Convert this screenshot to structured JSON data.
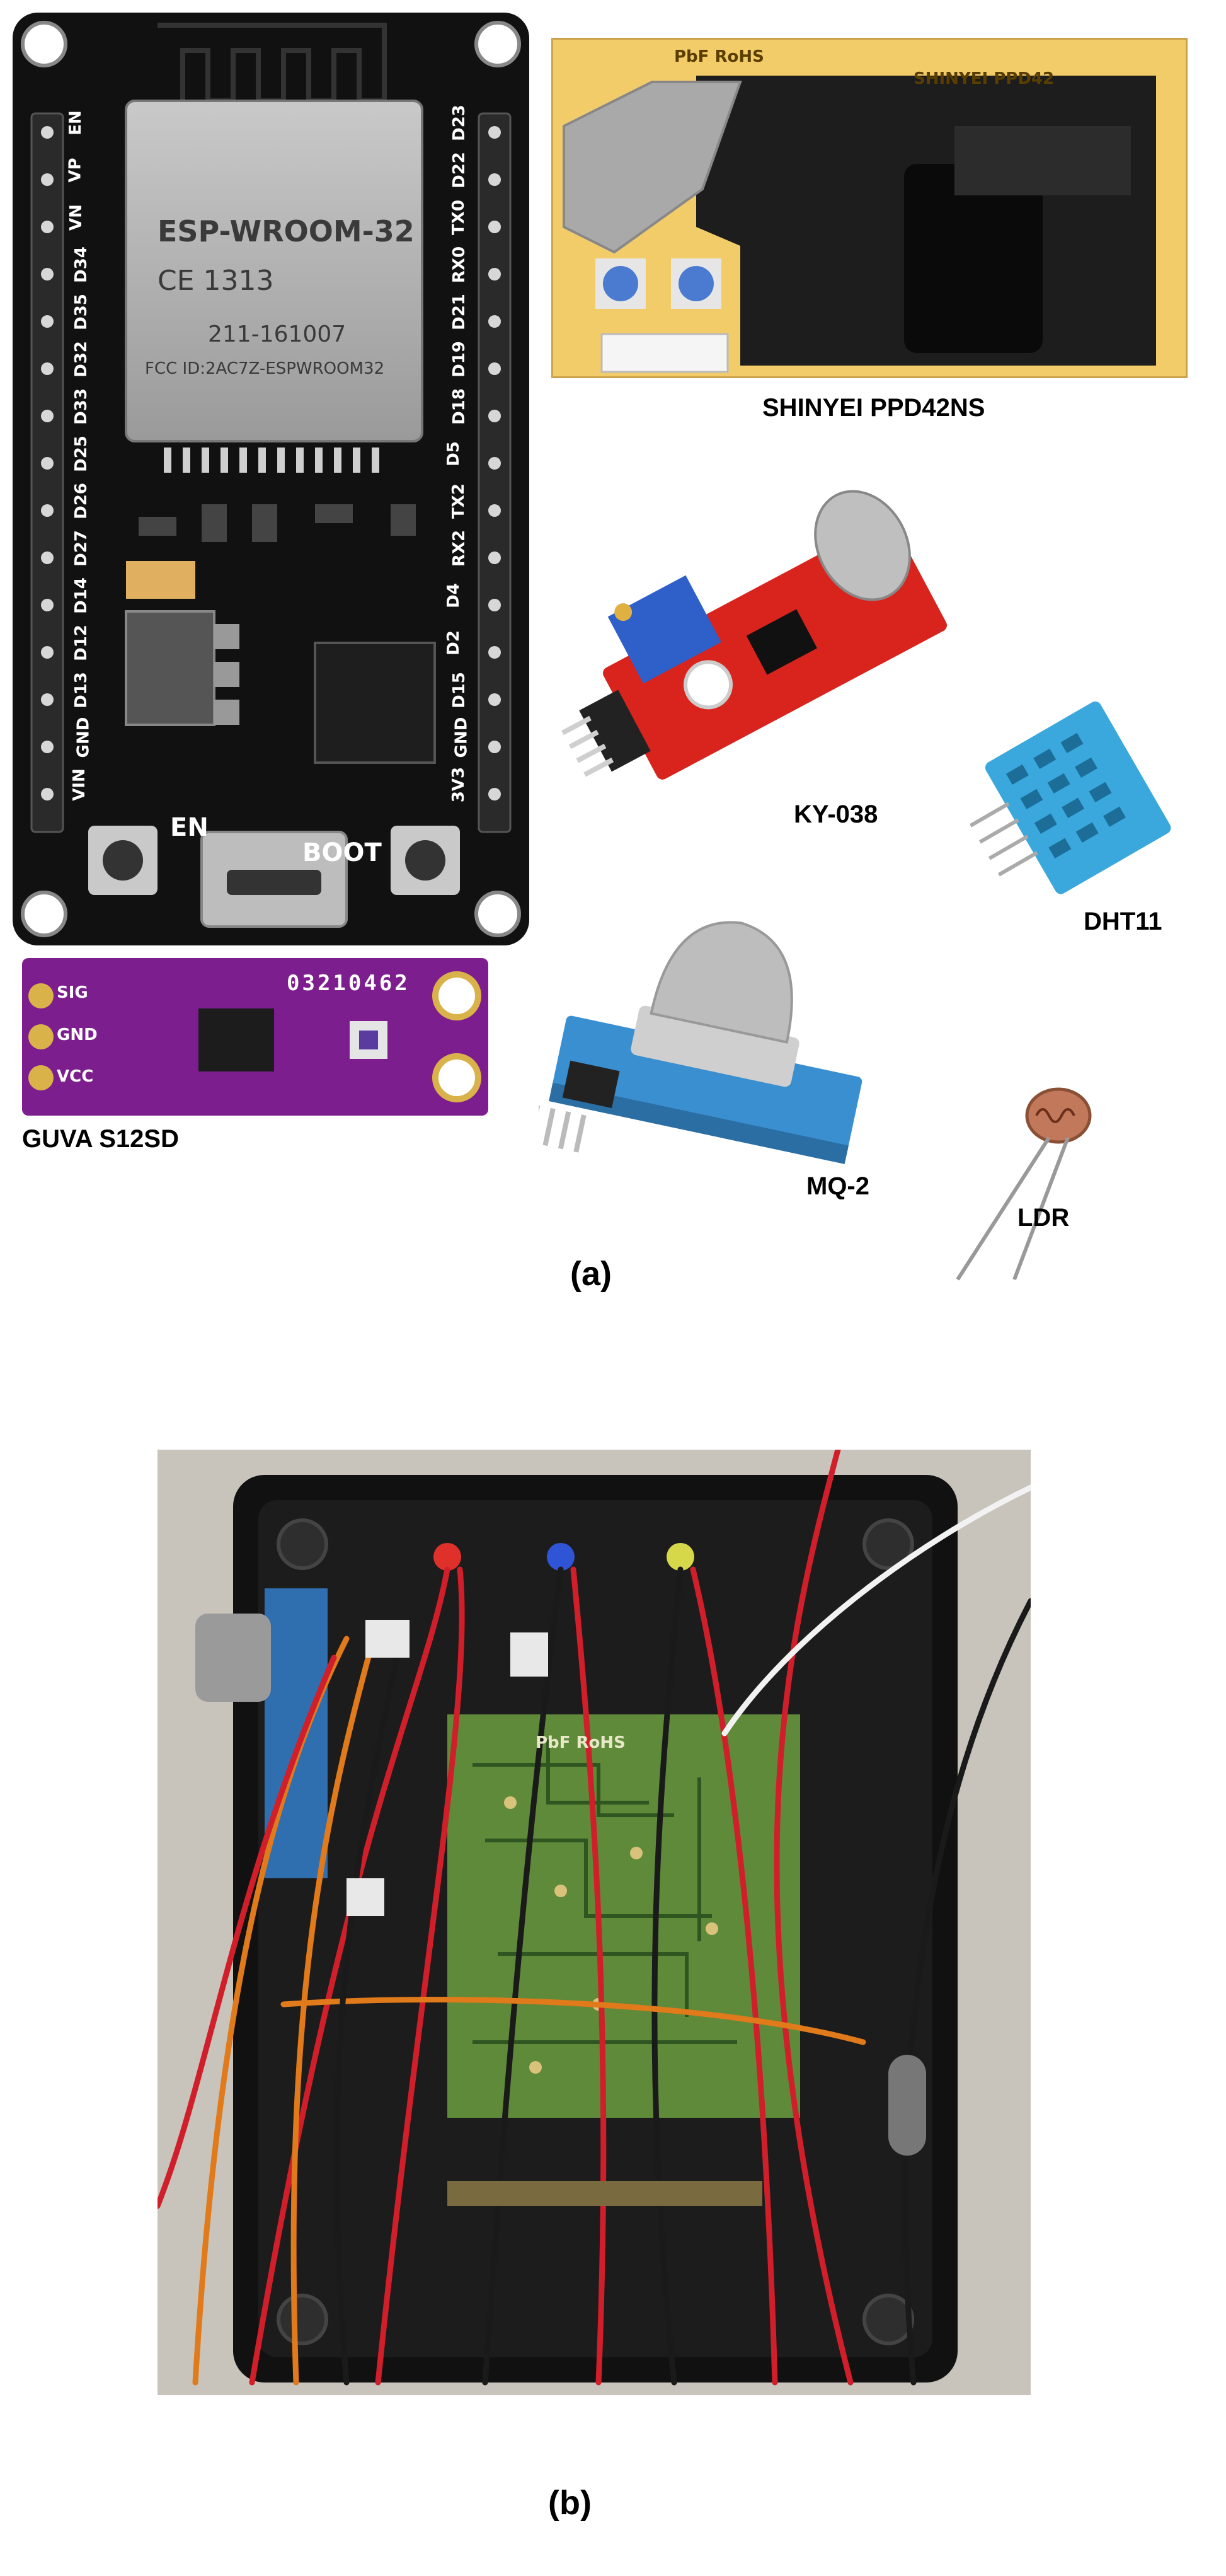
{
  "panel_a": {
    "caption": "(a)",
    "esp32": {
      "module_text": "ESP-WROOM-32",
      "ce_text": "CE 1313",
      "id_text": "211-161007",
      "fcc_text": "FCC ID:2AC7Z-ESPWROOM32",
      "en_label": "EN",
      "boot_label": "BOOT",
      "left_pins": [
        "EN",
        "VP",
        "VN",
        "D34",
        "D35",
        "D32",
        "D33",
        "D25",
        "D26",
        "D27",
        "D14",
        "D12",
        "D13",
        "GND",
        "VIN"
      ],
      "right_pins": [
        "D23",
        "D22",
        "TX0",
        "RX0",
        "D21",
        "D19",
        "D18",
        "D5",
        "TX2",
        "RX2",
        "D4",
        "D2",
        "D15",
        "GND",
        "3V3"
      ]
    },
    "ppd42": {
      "label": "SHINYEI PPD42NS",
      "board_text_1": "PbF RoHS",
      "board_text_2": "SHINYEI PPD42"
    },
    "ky038": {
      "label": "KY-038"
    },
    "dht11": {
      "label": "DHT11"
    },
    "guva": {
      "label": "GUVA S12SD",
      "pin_sig": "SIG",
      "pin_gnd": "GND",
      "pin_vcc": "VCC",
      "board_number": "03210462"
    },
    "mq2": {
      "label": "MQ-2"
    },
    "ldr": {
      "label": "LDR"
    }
  },
  "panel_b": {
    "caption": "(b)",
    "board_text": "PbF RoHS"
  }
}
